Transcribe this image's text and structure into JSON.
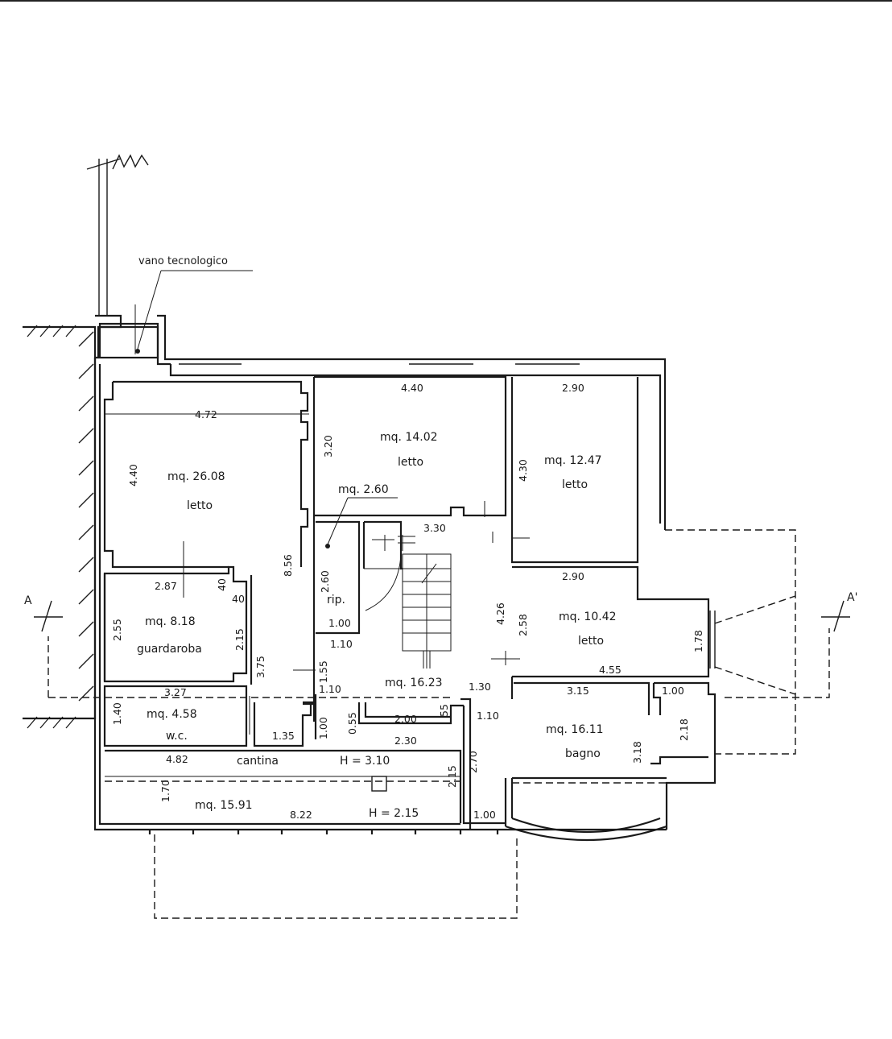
{
  "callout": {
    "technical_room": "vano tecnologico"
  },
  "section": {
    "left": "A",
    "right": "A'"
  },
  "rooms": {
    "bed1": {
      "area": "mq. 26.08",
      "name": "letto",
      "w": "4.72",
      "h": "4.40"
    },
    "bed2": {
      "area": "mq. 14.02",
      "name": "letto",
      "w": "4.40",
      "h": "3.20"
    },
    "bed3": {
      "area": "mq. 12.47",
      "name": "letto",
      "w": "2.90",
      "h": "4.30"
    },
    "bed4": {
      "area": "mq. 10.42",
      "name": "letto",
      "w": "2.90",
      "h": "2.58",
      "w2": "4.55",
      "h2": "1.78"
    },
    "closet": {
      "area": "mq. 2.60",
      "name": "rip.",
      "h": "2.60",
      "w": "1.00",
      "w2": "1.10"
    },
    "hall": {
      "area": "mq. 16.23",
      "w1": "3.30",
      "h1": "4.26",
      "h2": "8.56",
      "w2": "1.30",
      "w3": "1.10",
      "d1": "1.55",
      "d2": "3.75",
      "d3": "1.10",
      "d4": "1.00",
      "d5": "0.55",
      "d6": "2.00",
      "d7": "55",
      "d8": "2.30",
      "d9": "1.35"
    },
    "wardrobe": {
      "area": "mq. 8.18",
      "name": "guardaroba",
      "w": "2.87",
      "h": "2.55",
      "h2": "2.15",
      "n1": "40",
      "n2": "40"
    },
    "wc": {
      "area": "mq. 4.58",
      "name": "w.c.",
      "w": "3.27",
      "h": "1.40"
    },
    "cellar": {
      "name": "cantina",
      "height": "H = 3.10",
      "w": "4.82",
      "h": "1.70",
      "area": "mq. 15.91",
      "w2": "8.22",
      "height2": "H = 2.15",
      "h2": "2.15"
    },
    "bath": {
      "area": "mq. 16.11",
      "name": "bagno",
      "w": "3.15",
      "w2": "1.00",
      "h": "3.18",
      "h2": "2.18",
      "h3": "2.70",
      "w3": "1.10",
      "w4": "1.00"
    }
  }
}
